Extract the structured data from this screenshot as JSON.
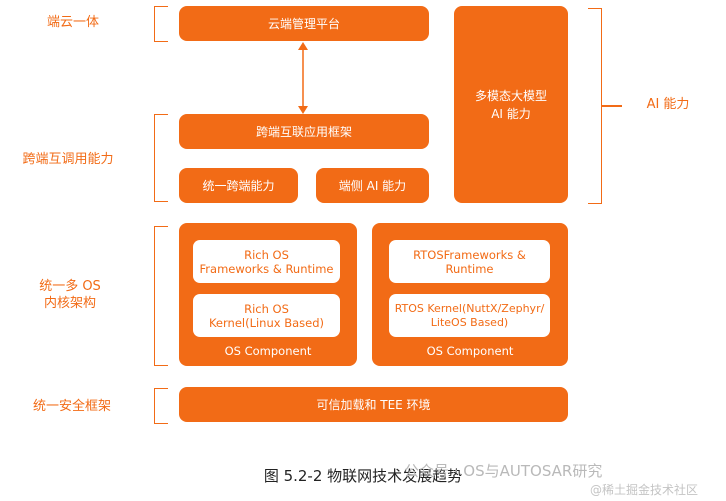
{
  "labels": {
    "cloud_side": "端云一体",
    "interop": "跨端互调用能力",
    "os_arch": "统一多 OS\n内核架构",
    "security": "统一安全框架",
    "ai": "AI 能力"
  },
  "boxes": {
    "cloud_platform": "云端管理平台",
    "cross_framework": "跨端互联应用框架",
    "cross_capability": "统一跨端能力",
    "edge_ai": "端侧 AI 能力",
    "multimodal": "多模态大模型\nAI 能力",
    "trusted": "可信加载和 TEE 环境"
  },
  "rich_os": {
    "frameworks": "Rich OS\nFrameworks & Runtime",
    "kernel": "Rich OS\nKernel(Linux Based)",
    "component": "OS Component"
  },
  "rtos": {
    "frameworks": "RTOSFrameworks &\nRuntime",
    "kernel": "RTOS Kernel(NuttX/Zephyr/\nLiteOS Based)",
    "component": "OS Component"
  },
  "caption": "图 5.2-2 物联网技术发展趋势",
  "watermark": "公众号 · OS与AUTOSAR研究",
  "watermark2": "@稀土掘金技术社区",
  "colors": {
    "accent": "#f26b16"
  }
}
